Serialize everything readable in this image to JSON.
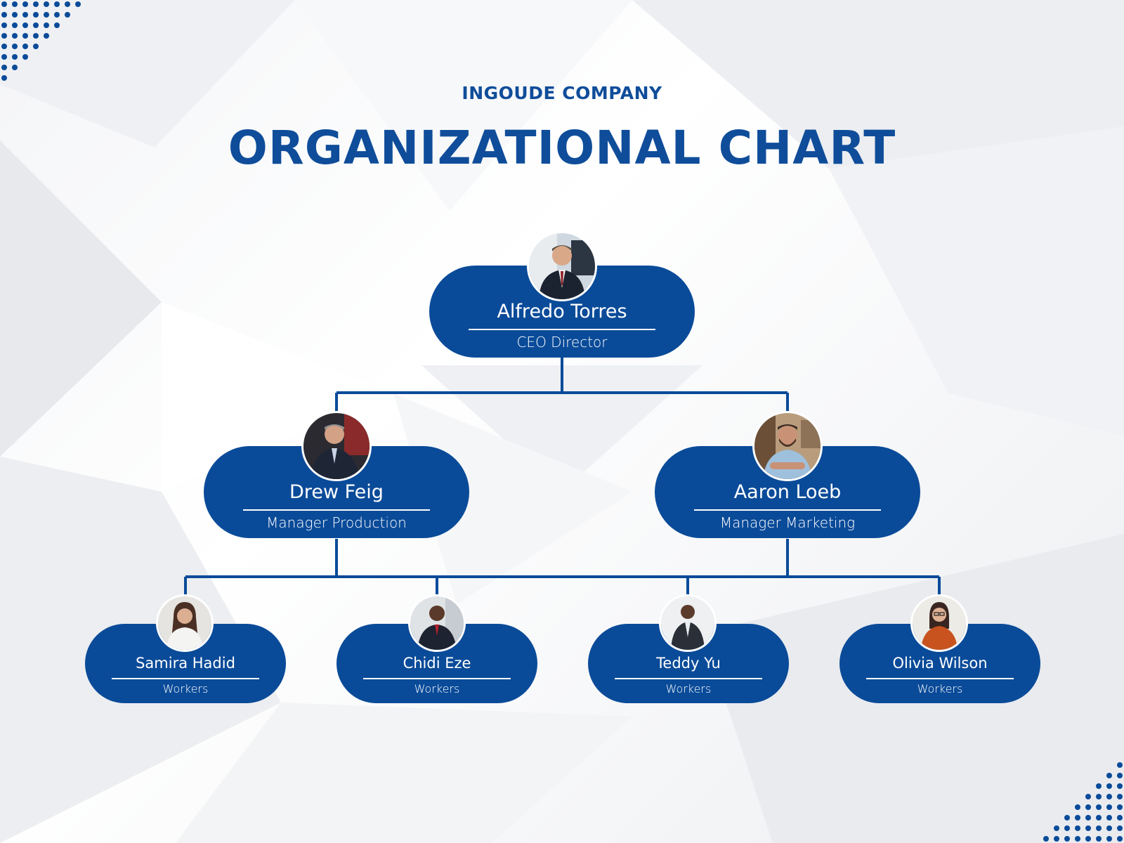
{
  "header": {
    "company": "INGOUDE COMPANY",
    "title": "ORGANIZATIONAL CHART"
  },
  "colors": {
    "brand_blue": "#0a4b99",
    "title_blue": "#0f4d9a",
    "text_on_blue": "#ffffff"
  },
  "org": {
    "ceo": {
      "name": "Alfredo Torres",
      "role": "CEO Director",
      "photo": "man-in-suit-at-desk"
    },
    "managers": [
      {
        "name": "Drew Feig",
        "role": "Manager Production",
        "photo": "man-in-dark-suit"
      },
      {
        "name": "Aaron Loeb",
        "role": "Manager Marketing",
        "photo": "man-with-beard-arms-crossed"
      }
    ],
    "workers": [
      {
        "name": "Samira Hadid",
        "role": "Workers",
        "photo": "woman-in-white-blouse"
      },
      {
        "name": "Chidi Eze",
        "role": "Workers",
        "photo": "man-in-suit-arms-crossed"
      },
      {
        "name": "Teddy Yu",
        "role": "Workers",
        "photo": "man-in-dark-suit"
      },
      {
        "name": "Olivia Wilson",
        "role": "Workers",
        "photo": "woman-with-glasses-orange-top"
      }
    ]
  }
}
